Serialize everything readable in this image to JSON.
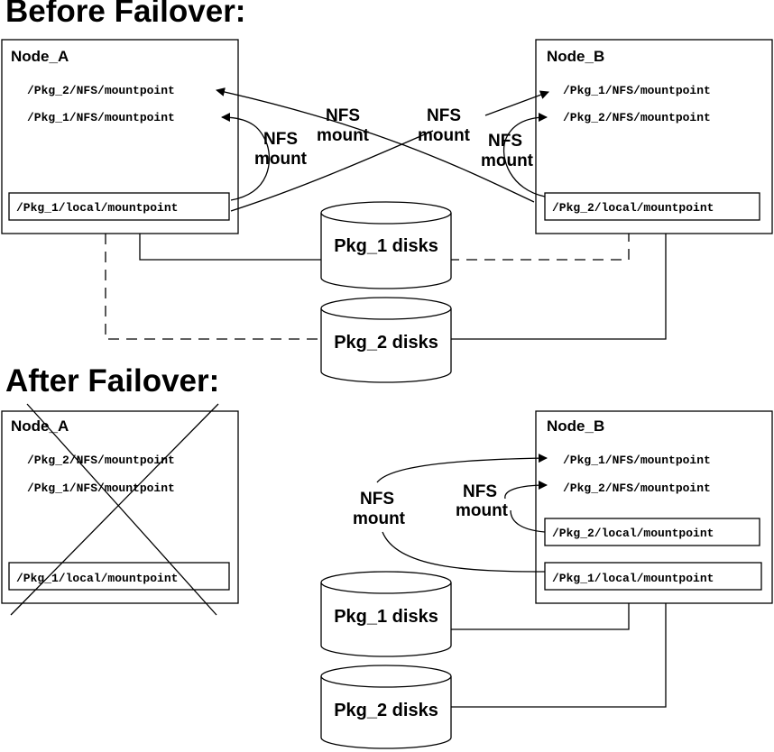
{
  "headings": {
    "before": "Before Failover:",
    "after": "After Failover:"
  },
  "before": {
    "node_a": {
      "name": "Node_A",
      "mount_1": "/Pkg_2/NFS/mountpoint",
      "mount_2": "/Pkg_1/NFS/mountpoint",
      "local": "/Pkg_1/local/mountpoint"
    },
    "node_b": {
      "name": "Node_B",
      "mount_1": "/Pkg_1/NFS/mountpoint",
      "mount_2": "/Pkg_2/NFS/mountpoint",
      "local": "/Pkg_2/local/mountpoint"
    },
    "disk_1": "Pkg_1 disks",
    "disk_2": "Pkg_2 disks",
    "nfs_labels": {
      "a_local": [
        "NFS",
        "mount"
      ],
      "cross_a": [
        "NFS",
        "mount"
      ],
      "cross_b": [
        "NFS",
        "mount"
      ],
      "b_local": [
        "NFS",
        "mount"
      ]
    }
  },
  "after": {
    "node_a": {
      "name": "Node_A",
      "mount_1": "/Pkg_2/NFS/mountpoint",
      "mount_2": "/Pkg_1/NFS/mountpoint",
      "local": "/Pkg_1/local/mountpoint",
      "status": "failed"
    },
    "node_b": {
      "name": "Node_B",
      "mount_1": "/Pkg_1/NFS/mountpoint",
      "mount_2": "/Pkg_2/NFS/mountpoint",
      "local_1": "/Pkg_2/local/mountpoint",
      "local_2": "/Pkg_1/local/mountpoint"
    },
    "disk_1": "Pkg_1 disks",
    "disk_2": "Pkg_2 disks",
    "nfs_labels": {
      "outer": [
        "NFS",
        "mount"
      ],
      "inner": [
        "NFS",
        "mount"
      ]
    }
  }
}
